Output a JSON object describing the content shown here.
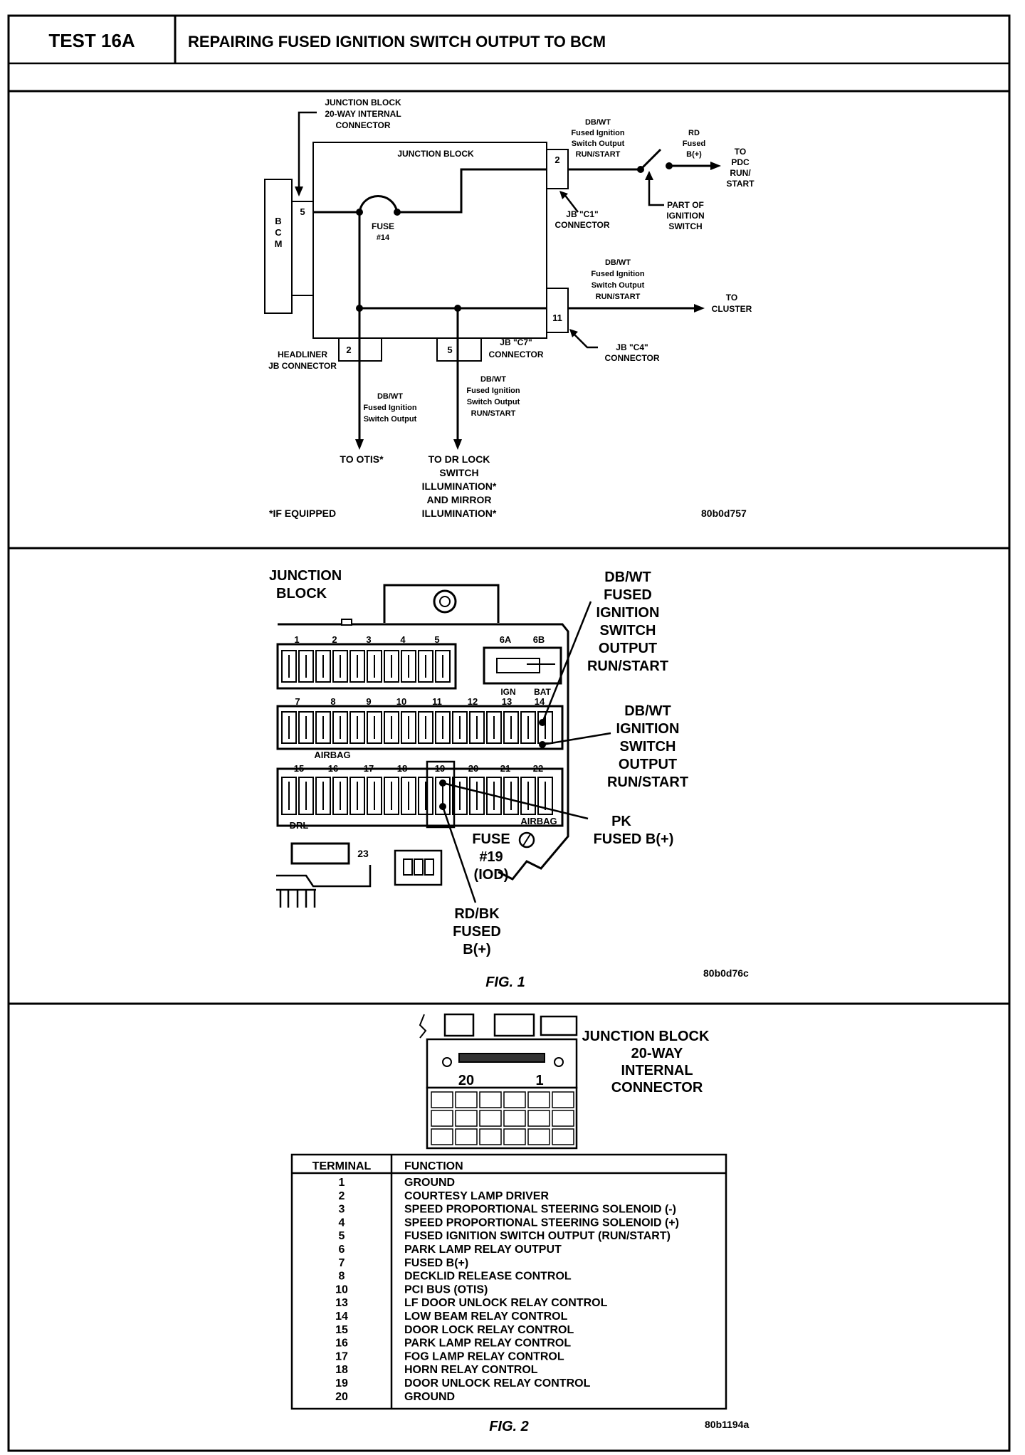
{
  "header": {
    "test_id": "TEST 16A",
    "title": "REPAIRING FUSED IGNITION SWITCH OUTPUT TO BCM"
  },
  "schematic": {
    "jb20_label": [
      "JUNCTION BLOCK",
      "20-WAY INTERNAL",
      "CONNECTOR"
    ],
    "junction_block": "JUNCTION BLOCK",
    "bcm": [
      "B",
      "C",
      "M"
    ],
    "pin_5_left": "5",
    "pin_2_right": "2",
    "pin_11": "11",
    "pin_2_bottom": "2",
    "pin_5_bottom": "5",
    "fuse": [
      "FUSE",
      "#14"
    ],
    "dbwt_top": [
      "DB/WT",
      "Fused Ignition",
      "Switch Output",
      "RUN/START"
    ],
    "rd_fused": [
      "RD",
      "Fused",
      "B(+)"
    ],
    "to_pdc": [
      "TO",
      "PDC",
      "RUN/",
      "START"
    ],
    "part_of_ign": [
      "PART OF",
      "IGNITION",
      "SWITCH"
    ],
    "jb_c1": [
      "JB \"C1\"",
      "CONNECTOR"
    ],
    "dbwt_mid": [
      "DB/WT",
      "Fused Ignition",
      "Switch Output",
      "RUN/START"
    ],
    "to_cluster": [
      "TO",
      "CLUSTER"
    ],
    "jb_c4": [
      "JB \"C4\"",
      "CONNECTOR"
    ],
    "jb_c7": [
      "JB \"C7\"",
      "CONNECTOR"
    ],
    "headliner": [
      "HEADLINER",
      "JB CONNECTOR"
    ],
    "dbwt_otis": [
      "DB/WT",
      "Fused Ignition",
      "Switch Output"
    ],
    "dbwt_lock": [
      "DB/WT",
      "Fused Ignition",
      "Switch Output",
      "RUN/START"
    ],
    "to_otis": "TO OTIS*",
    "to_dr_lock": [
      "TO DR LOCK",
      "SWITCH",
      "ILLUMINATION*",
      "AND MIRROR",
      "ILLUMINATION*"
    ],
    "if_equipped": "*IF EQUIPPED",
    "code": "80b0d757"
  },
  "fig1": {
    "title": [
      "JUNCTION",
      "BLOCK"
    ],
    "row1": [
      "1",
      "2",
      "3",
      "4",
      "5"
    ],
    "row1b": [
      "6A",
      "6B"
    ],
    "ign": "IGN",
    "bat": "BAT",
    "row2": [
      "7",
      "8",
      "9",
      "10",
      "11",
      "12",
      "13",
      "14"
    ],
    "airbag_mid": "AIRBAG",
    "row3": [
      "15",
      "16",
      "17",
      "18",
      "19",
      "20",
      "21",
      "22"
    ],
    "drl": "DRL",
    "airbag_right": "AIRBAG",
    "num23": "23",
    "label_dbwt_fused": [
      "DB/WT",
      "FUSED",
      "IGNITION",
      "SWITCH",
      "OUTPUT",
      "RUN/START"
    ],
    "label_dbwt_ign": [
      "DB/WT",
      "IGNITION",
      "SWITCH",
      "OUTPUT",
      "RUN/START"
    ],
    "label_pk": [
      "PK",
      "FUSED B(+)"
    ],
    "label_fuse19": [
      "FUSE",
      "#19",
      "(IOD)"
    ],
    "label_rdbk": [
      "RD/BK",
      "FUSED",
      "B(+)"
    ],
    "caption": "FIG. 1",
    "code": "80b0d76c"
  },
  "fig2": {
    "title": [
      "JUNCTION BLOCK",
      "20-WAY",
      "INTERNAL",
      "CONNECTOR"
    ],
    "pin20": "20",
    "pin1": "1",
    "table": {
      "headers": [
        "TERMINAL",
        "FUNCTION"
      ],
      "rows": [
        [
          "1",
          "GROUND"
        ],
        [
          "2",
          "COURTESY LAMP DRIVER"
        ],
        [
          "3",
          "SPEED PROPORTIONAL STEERING SOLENOID (-)"
        ],
        [
          "4",
          "SPEED PROPORTIONAL STEERING SOLENOID (+)"
        ],
        [
          "5",
          "FUSED IGNITION SWITCH OUTPUT (RUN/START)"
        ],
        [
          "6",
          "PARK LAMP RELAY OUTPUT"
        ],
        [
          "7",
          "FUSED B(+)"
        ],
        [
          "8",
          "DECKLID RELEASE CONTROL"
        ],
        [
          "10",
          "PCI BUS (OTIS)"
        ],
        [
          "13",
          "LF DOOR UNLOCK RELAY CONTROL"
        ],
        [
          "14",
          "LOW BEAM RELAY CONTROL"
        ],
        [
          "15",
          "DOOR LOCK RELAY CONTROL"
        ],
        [
          "16",
          "PARK LAMP RELAY CONTROL"
        ],
        [
          "17",
          "FOG LAMP RELAY CONTROL"
        ],
        [
          "18",
          "HORN RELAY CONTROL"
        ],
        [
          "19",
          "DOOR UNLOCK RELAY CONTROL"
        ],
        [
          "20",
          "GROUND"
        ]
      ]
    },
    "caption": "FIG. 2",
    "code": "80b1194a"
  }
}
